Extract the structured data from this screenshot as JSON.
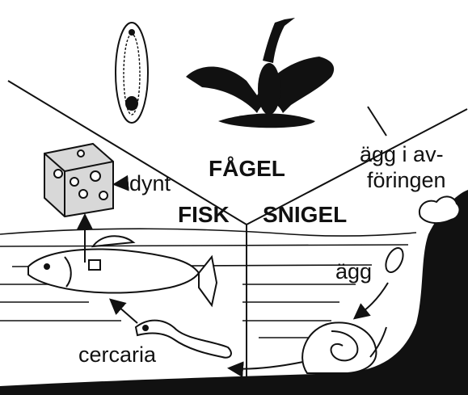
{
  "labels": {
    "fagel": "FÅGEL",
    "fisk": "FISK",
    "snigel": "SNIGEL",
    "agg_avforingen_1": "ägg i av-",
    "agg_avforingen_2": "föringen",
    "agg": "ägg",
    "dynt": "dynt",
    "cercaria": "cercaria"
  },
  "colors": {
    "ink": "#111111",
    "paper": "#ffffff"
  }
}
